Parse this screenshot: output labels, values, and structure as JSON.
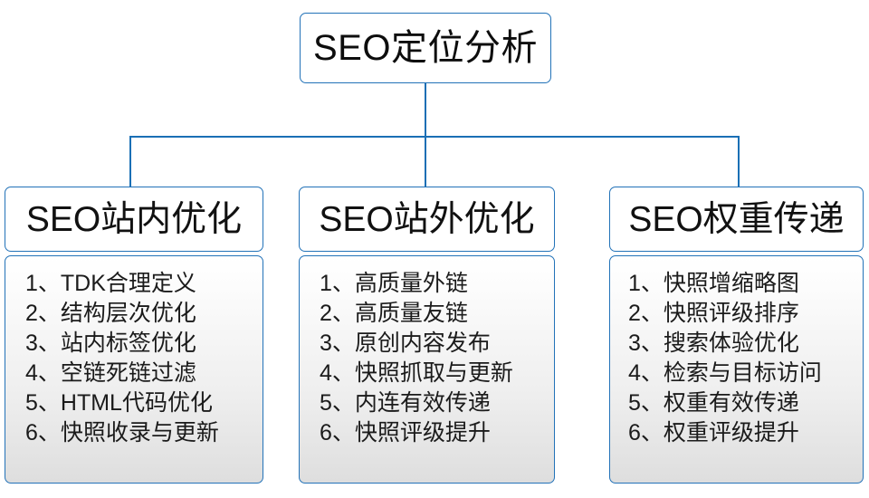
{
  "diagram": {
    "root": {
      "label": "SEO定位分析"
    },
    "accent_color": "#2272b8",
    "connector_color": "#1a6fb5",
    "branches": [
      {
        "header": "SEO站内优化",
        "items": [
          {
            "index": "1、",
            "text": "TDK合理定义"
          },
          {
            "index": "2、",
            "text": "结构层次优化"
          },
          {
            "index": "3、",
            "text": "站内标签优化"
          },
          {
            "index": "4、",
            "text": "空链死链过滤"
          },
          {
            "index": "5、",
            "text": "HTML代码优化"
          },
          {
            "index": "6、",
            "text": "快照收录与更新"
          }
        ]
      },
      {
        "header": "SEO站外优化",
        "items": [
          {
            "index": "1、",
            "text": "高质量外链"
          },
          {
            "index": "2、",
            "text": "高质量友链"
          },
          {
            "index": "3、",
            "text": "原创内容发布"
          },
          {
            "index": "4、",
            "text": "快照抓取与更新"
          },
          {
            "index": "5、",
            "text": "内连有效传递"
          },
          {
            "index": "6、",
            "text": "快照评级提升"
          }
        ]
      },
      {
        "header": "SEO权重传递",
        "items": [
          {
            "index": "1、",
            "text": "快照增缩略图"
          },
          {
            "index": "2、",
            "text": "快照评级排序"
          },
          {
            "index": "3、",
            "text": "搜索体验优化"
          },
          {
            "index": "4、",
            "text": "检索与目标访问"
          },
          {
            "index": "5、",
            "text": "权重有效传递"
          },
          {
            "index": "6、",
            "text": "权重评级提升"
          }
        ]
      }
    ]
  }
}
